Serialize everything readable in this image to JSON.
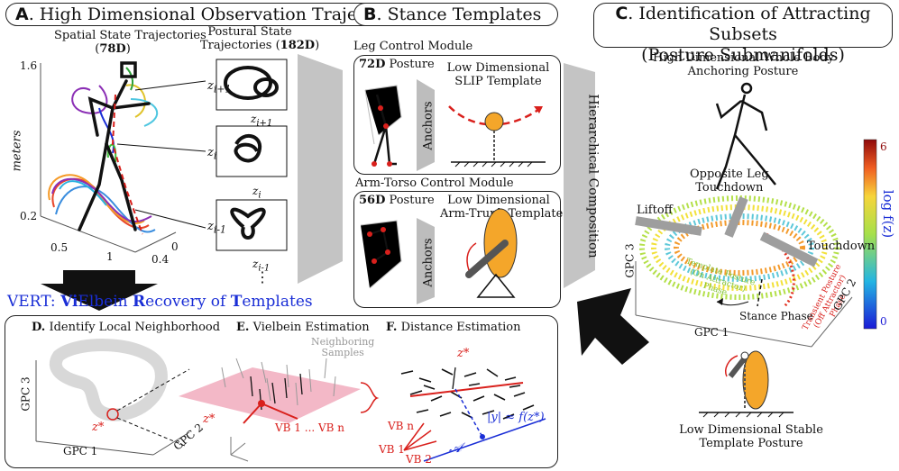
{
  "panel_a": {
    "letter": "A",
    "title": ". High Dimensional Observation Trajectories",
    "spatial_title": "Spatial State Trajectories",
    "spatial_dim": "78D",
    "postural_title_1": "Postural State",
    "postural_title_2": "Trajectories",
    "postural_dim": "182D",
    "ylabel": "meters",
    "tick_16": "1.6",
    "tick_02": "0.2",
    "tick_05": "0.5",
    "tick_1": "1",
    "tick_0": "0",
    "tick_04": "0.4",
    "z_next": "z",
    "z_cur": "z",
    "z_prev": "z",
    "sub_next": "i+1",
    "sub_cur": "i",
    "sub_prev": "i-1",
    "dots": "⋮"
  },
  "panel_b": {
    "letter": "B",
    "title": ". Stance Templates",
    "leg_module": "Leg Control Module",
    "leg_posture_dim": "72D",
    "leg_posture_word": " Posture",
    "slip_1": "Low Dimensional",
    "slip_2": "SLIP Template",
    "anchors": "Anchors",
    "arm_module": "Arm-Torso Control Module",
    "arm_posture_dim": "56D",
    "arm_posture_word": " Posture",
    "arm_1": "Low Dimensional",
    "arm_2": "Arm-Trunk Template",
    "hier": "Hierarchical Composition"
  },
  "panel_c": {
    "letter": "C",
    "title_1": ". Identification of Attracting Subsets",
    "title_2": "(Posture Submanifolds)",
    "anchor_1": "High Dimensional Whole Body",
    "anchor_2": "Anchoring Posture",
    "opposite_1": "Opposite Leg",
    "opposite_2": "Touchdown",
    "liftoff": "Liftoff",
    "touchdown": "Touchdown",
    "template_phase_1": "Template Posture",
    "template_phase_2": "(On Attractor)",
    "template_phase_3": "Phase",
    "transient_1": "Transient Posture",
    "transient_2": "(Off Attractor)",
    "transient_3": "Phase",
    "stance": "Stance Phase",
    "gpc1": "GPC 1",
    "gpc2": "GPC 2",
    "gpc3": "GPC 3",
    "cb_max": "6",
    "cb_min": "0",
    "cb_label": "log f(z)",
    "stable_1": "Low Dimensional Stable",
    "stable_2": "Template Posture"
  },
  "vert": {
    "prefix": "VERT: ",
    "vi": "Vi",
    "elbein": "Elbein ",
    "r": "R",
    "ecovery": "ecovery of ",
    "t": "T",
    "emplates": "emplates"
  },
  "panel_d": {
    "letter": "D.",
    "title": " Identify Local Neighborhood",
    "gpc1": "GPC 1",
    "gpc3": "GPC 3",
    "gpc2": "GPC 2",
    "zstar": "z*"
  },
  "panel_e": {
    "letter": "E.",
    "title": " Vielbein Estimation",
    "neighboring_1": "Neighboring",
    "neighboring_2": "Samples",
    "zstar": "z*",
    "vb": "VB 1 ... VB n"
  },
  "panel_f": {
    "letter": "F.",
    "title": " Distance Estimation",
    "zstar": "z*",
    "vbn": "VB n",
    "vb1": "VB 1",
    "vb2": "VB 2",
    "manifold": "𝒜",
    "dist": "|y| ≈ f(z*)"
  },
  "colors": {
    "red": "#d9201c",
    "blue": "#1a2ed6",
    "orange": "#f4a62a",
    "pink": "#f3b8c7",
    "gray": "#bdbdbd"
  }
}
